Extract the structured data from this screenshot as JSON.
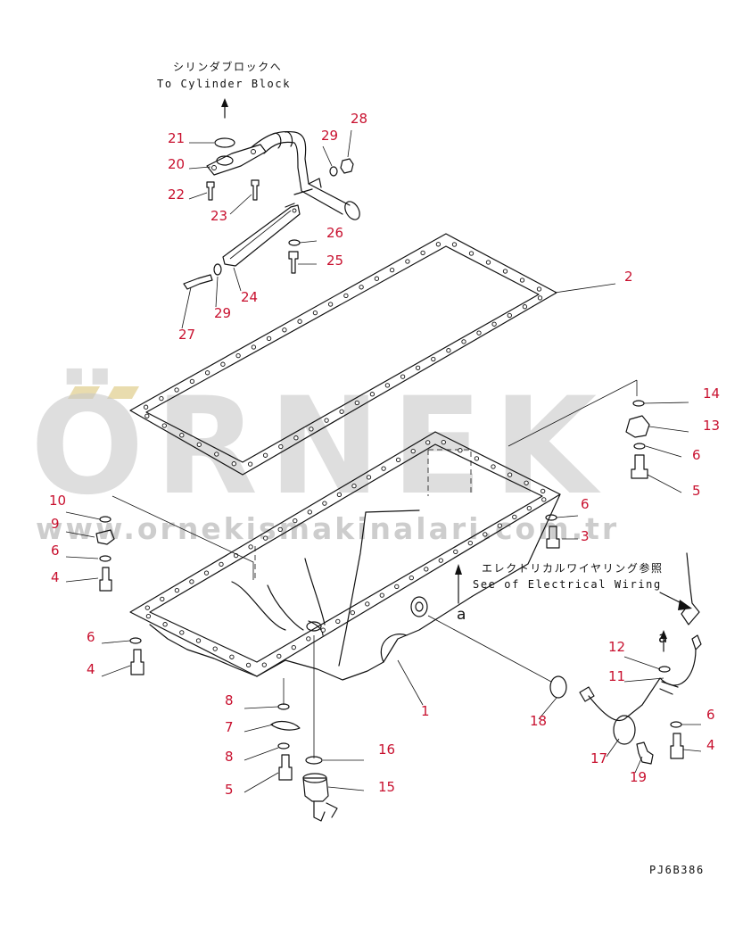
{
  "notes": {
    "cylinder_block_jp": "シリンダブロックへ",
    "cylinder_block_en": "To Cylinder Block",
    "electrical_jp": "エレクトリカルワイヤリング参照",
    "electrical_en": "See of Electrical Wiring",
    "drawing_code": "PJ6B386"
  },
  "watermark": {
    "word": "ÖRNEK",
    "url": "www.ornekismakinalari.com.tr"
  },
  "reference_letter": "a",
  "callouts": [
    "21",
    "20",
    "22",
    "23",
    "29",
    "28",
    "26",
    "25",
    "24",
    "27",
    "29",
    "2",
    "14",
    "13",
    "6",
    "5",
    "10",
    "9",
    "6",
    "4",
    "6",
    "3",
    "6",
    "4",
    "1",
    "8",
    "7",
    "8",
    "5",
    "16",
    "15",
    "18",
    "12",
    "11",
    "6",
    "4",
    "17",
    "19"
  ],
  "colors": {
    "callout": "#c8102e",
    "line": "#111111",
    "watermark": "#c9c9c9"
  }
}
